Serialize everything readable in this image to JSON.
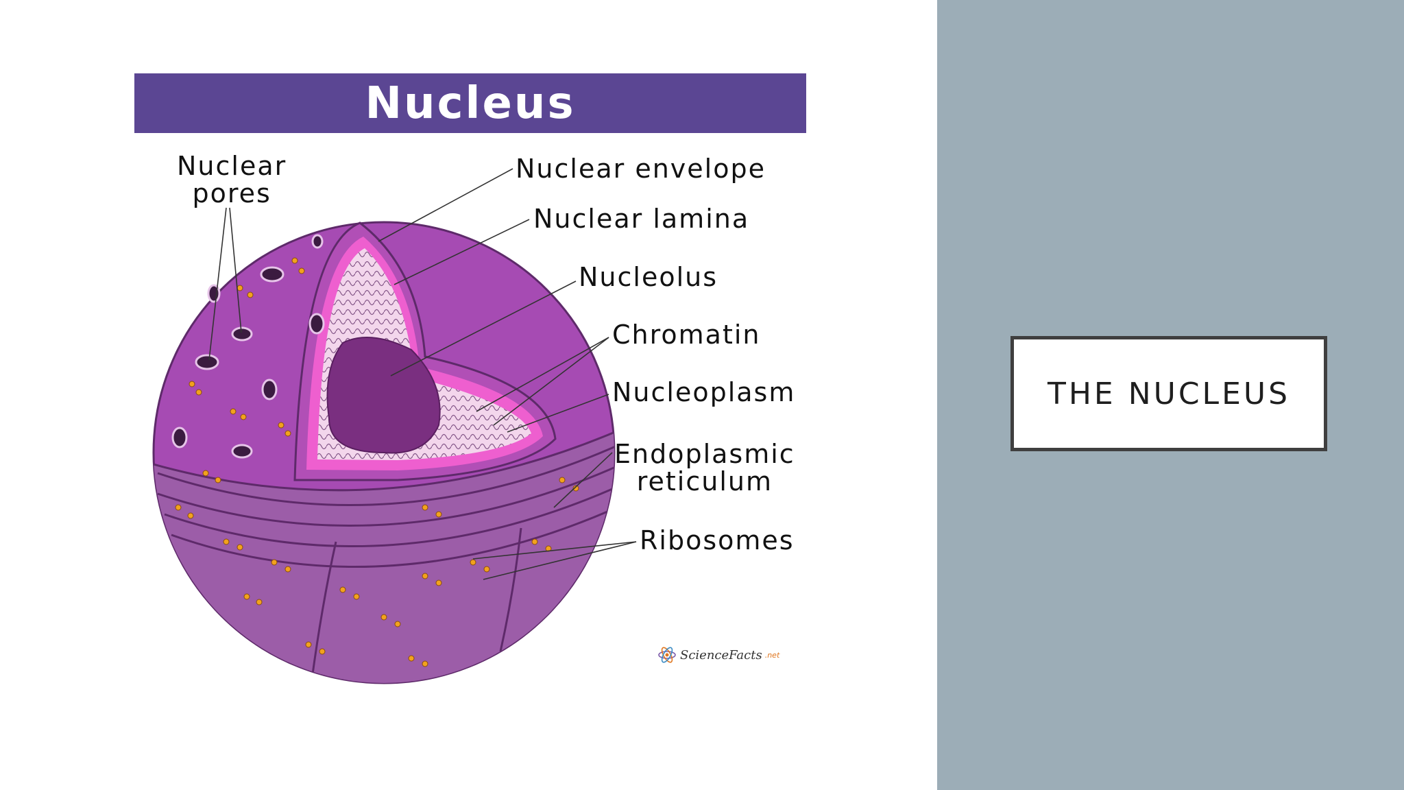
{
  "diagram": {
    "title": "Nucleus",
    "labels": {
      "nuclear_pores": [
        "Nuclear",
        "pores"
      ],
      "nuclear_envelope": "Nuclear envelope",
      "nuclear_lamina": "Nuclear lamina",
      "nucleolus": "Nucleolus",
      "chromatin": "Chromatin",
      "nucleoplasm": "Nucleoplasm",
      "endoplasmic_reticulum": [
        "Endoplasmic",
        "reticulum"
      ],
      "ribosomes": "Ribosomes"
    },
    "credit": {
      "text": "ScienceFacts",
      "suffix": ".net"
    },
    "colors": {
      "banner": "#5b4693",
      "outer_membrane": "#a64bb3",
      "lamina": "#ee5fcf",
      "nucleoplasm": "#f3d6ec",
      "nucleolus": "#7a2f80",
      "er": "#9c5da8",
      "ribosome": "#f2a21e"
    }
  },
  "slide": {
    "title": "THE NUCLEUS",
    "colors": {
      "side_panel": "#9cadb7",
      "frame": "#3f3f3f"
    }
  }
}
